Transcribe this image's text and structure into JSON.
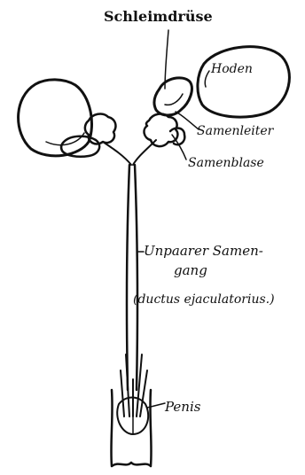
{
  "labels": {
    "schleimdruese": "Schleimdrüse",
    "hoden": "Hoden",
    "samenleiter": "Samenleiter",
    "samenblase": "Samenblase",
    "gang_line1": "Unpaarer Samen-",
    "gang_line2": "gang",
    "gang_line3": "(ductus ejaculatorius.)",
    "penis": "Penis"
  },
  "colors": {
    "ink": "#111111",
    "paper": "#ffffff"
  }
}
